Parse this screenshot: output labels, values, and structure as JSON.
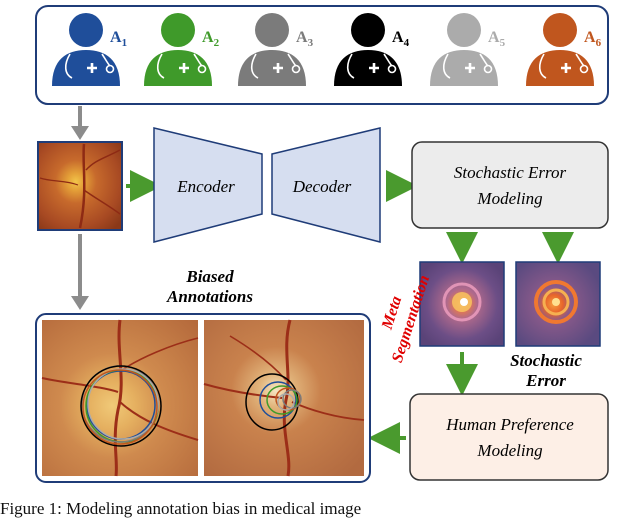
{
  "annotators": [
    {
      "letter": "A",
      "sub": "1",
      "color": "#1f4e9a"
    },
    {
      "letter": "A",
      "sub": "2",
      "color": "#3f9a2a"
    },
    {
      "letter": "A",
      "sub": "3",
      "color": "#7b7b7b"
    },
    {
      "letter": "A",
      "sub": "4",
      "color": "#000000"
    },
    {
      "letter": "A",
      "sub": "5",
      "color": "#ababab"
    },
    {
      "letter": "A",
      "sub": "6",
      "color": "#c0561e"
    }
  ],
  "encoder_label": "Encoder",
  "decoder_label": "Decoder",
  "stochastic_error_modeling": {
    "line1": "Stochastic Error",
    "line2": "Modeling"
  },
  "human_preference_modeling": {
    "line1": "Human Preference",
    "line2": "Modeling"
  },
  "biased_annotations": {
    "line1": "Biased",
    "line2": "Annotations"
  },
  "meta_segmentation": {
    "line1": "Meta",
    "line2": "Segmentation"
  },
  "stochastic_error": {
    "line1": "Stochastic",
    "line2": "Error"
  },
  "caption": "Figure 1: Modeling annotation bias in medical image",
  "colors": {
    "arrow_green": "#4a9a2e",
    "arrow_gray": "#8c8c8c",
    "encoder_fill": "#d6def0",
    "stochastic_box_fill": "#ececec",
    "preference_box_fill": "#fdefe6",
    "panel_border": "#1f3c78"
  }
}
